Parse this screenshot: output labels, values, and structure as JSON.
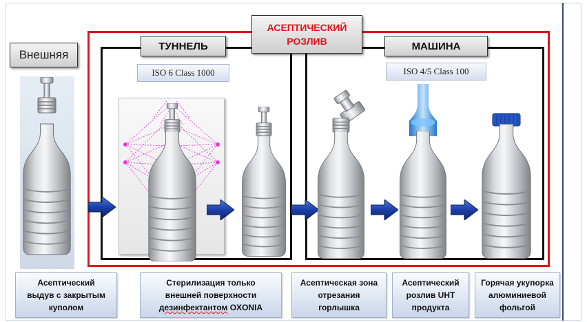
{
  "labels": {
    "outside": "Внешняя",
    "tunnel": "ТУННЕЛЬ",
    "aseptic_line1": "АСЕПТИЧЕСКИЙ",
    "aseptic_line2": "РОЗЛИВ",
    "machine": "МАШИНА"
  },
  "iso": {
    "tunnel": "ISO 6 Class 1000",
    "machine": "ISO 4/5 Class 100"
  },
  "captions": [
    {
      "line1": "Асептический",
      "line2": "выдув с закрытым",
      "line3": "куполом"
    },
    {
      "line1": "Стерилизация только",
      "line2": "внешней поверхности",
      "line3_a": "дезинфектантом",
      "line3_b": " OXONIA"
    },
    {
      "line1": "Асептическая зона",
      "line2": "отрезания",
      "line3": "горлышка"
    },
    {
      "line1": "Асептический",
      "line2": "розлив UHT",
      "line3": "продукта"
    },
    {
      "line1": "Горячая укупорка",
      "line2": "алюминиевой",
      "line3": "фольгой"
    }
  ],
  "colors": {
    "frame_red": "#e3131b",
    "frame_black": "#111111",
    "arrow_blue": "#1b3fa6",
    "cap_blue": "#2457c5",
    "spray_magenta": "#e23ad8"
  },
  "icons": [
    "bottle-icon",
    "spray-pattern-icon",
    "arrow-right-icon",
    "liquid-stream-icon",
    "cap-icon",
    "cut-top-icon"
  ]
}
